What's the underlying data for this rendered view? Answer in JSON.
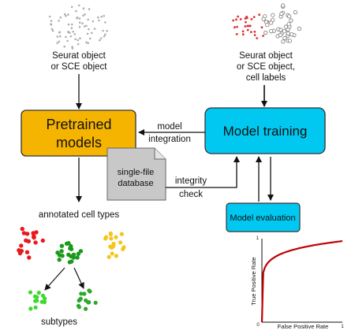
{
  "inputs": {
    "left_label_line1": "Seurat object",
    "left_label_line2": "or SCE object",
    "right_label_line1": "Seurat object",
    "right_label_line2": "or SCE object,",
    "right_label_line3": "cell labels"
  },
  "boxes": {
    "pretrained_line1": "Pretrained",
    "pretrained_line2": "models",
    "model_training": "Model training",
    "database_line1": "single-file",
    "database_line2": "database",
    "model_evaluation": "Model evaluation"
  },
  "edges": {
    "model_integration_line1": "model",
    "model_integration_line2": "integration",
    "integrity_check_line1": "integrity",
    "integrity_check_line2": "check"
  },
  "outputs": {
    "annotated_cell_types": "annotated cell types",
    "subtypes": "subtypes"
  },
  "roc_plot": {
    "xlabel": "False Positive Rate",
    "ylabel": "True Positive Rate",
    "x_tick_min": "0",
    "x_tick_max": "1",
    "y_tick_max": "1"
  },
  "colors": {
    "pretrained_fill": "#f5b400",
    "training_fill": "#00c8f0",
    "evaluation_fill": "#00c8f0",
    "database_fill": "#c8c8c8",
    "roc_curve": "#c00000",
    "cluster_red": "#e8191c",
    "cluster_green_dark": "#1a9a1a",
    "cluster_yellow": "#f5c518",
    "cluster_green_light": "#40d830",
    "cluster_green_mid": "#2ca82c",
    "dots_grey": "#b0b0b0"
  }
}
